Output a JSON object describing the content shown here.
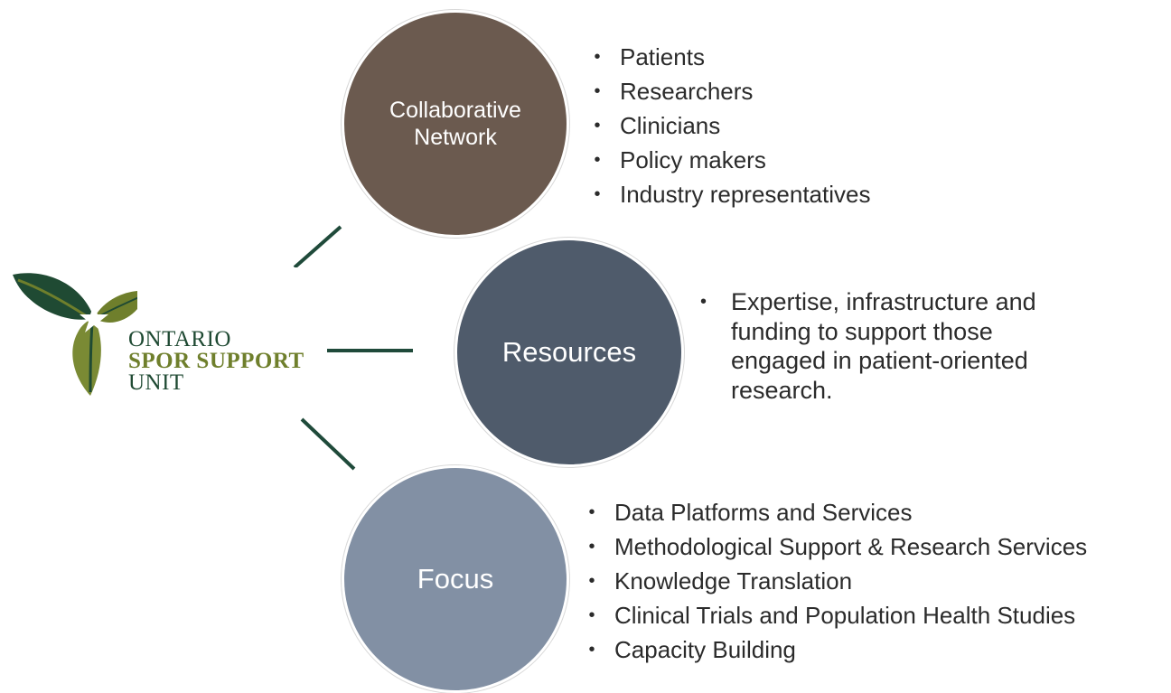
{
  "logo": {
    "line1": "ONTARIO",
    "line2": "SPOR SUPPORT",
    "line3": "UNIT"
  },
  "nodes": {
    "network": "Collaborative Network",
    "resources": "Resources",
    "focus": "Focus"
  },
  "network_items": [
    "Patients",
    "Researchers",
    "Clinicians",
    "Policy makers",
    "Industry representatives"
  ],
  "resources_item": "Expertise, infrastructure and funding to support those engaged in patient-oriented research.",
  "focus_items": [
    "Data Platforms and Services",
    "Methodological Support & Research Services",
    "Knowledge Translation",
    "Clinical Trials and Population Health Studies",
    "Capacity Building"
  ],
  "bullet": "•",
  "colors": {
    "network": "#6b5a4f",
    "resources": "#4f5b6b",
    "focus": "#8290a4",
    "connector": "#1f4a3a",
    "logo_dark_green": "#1f4a33",
    "logo_olive": "#6f7f2c"
  }
}
